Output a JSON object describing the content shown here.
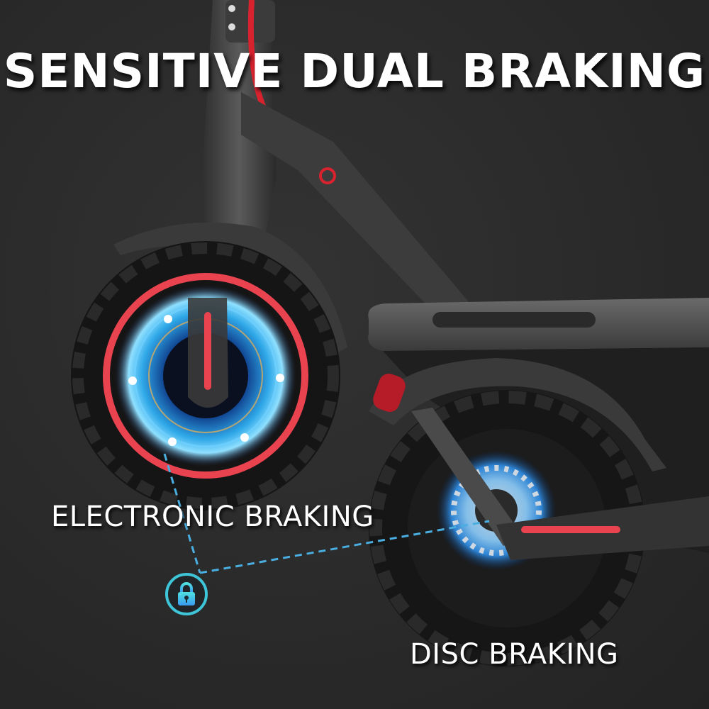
{
  "headline": "SENSITIVE DUAL BRAKING",
  "features": [
    {
      "label": "ELECTRONIC BRAKING",
      "target": "front-wheel-hub"
    },
    {
      "label": "DISC BRAKING",
      "target": "rear-wheel-disc"
    }
  ],
  "badge": {
    "icon": "lock-icon"
  },
  "colors": {
    "background": "#2b2b2b",
    "text": "#ffffff",
    "accent_red": "#e8434f",
    "accent_blue": "#2fa8e8",
    "connector": "#4aaee0",
    "badge_ring": "#3ec6d8"
  }
}
